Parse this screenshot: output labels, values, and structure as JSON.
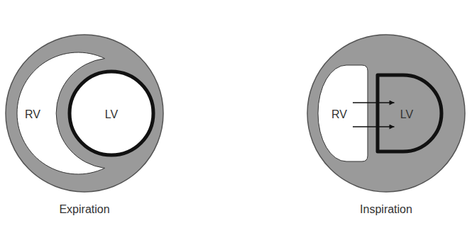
{
  "diagram": {
    "nodes": [
      {
        "text": [
          "RV"
        ]
      },
      {
        "text": [
          "LV"
        ]
      },
      {
        "text": [
          "RV"
        ]
      },
      {
        "text": [
          "LV"
        ]
      }
    ],
    "edges": [
      {
        "from": 2,
        "to": 3,
        "arrow": "to"
      },
      {
        "from": 2,
        "to": 3,
        "arrow": "to"
      }
    ],
    "labels": [
      "Expiration",
      "Inspiration"
    ]
  }
}
